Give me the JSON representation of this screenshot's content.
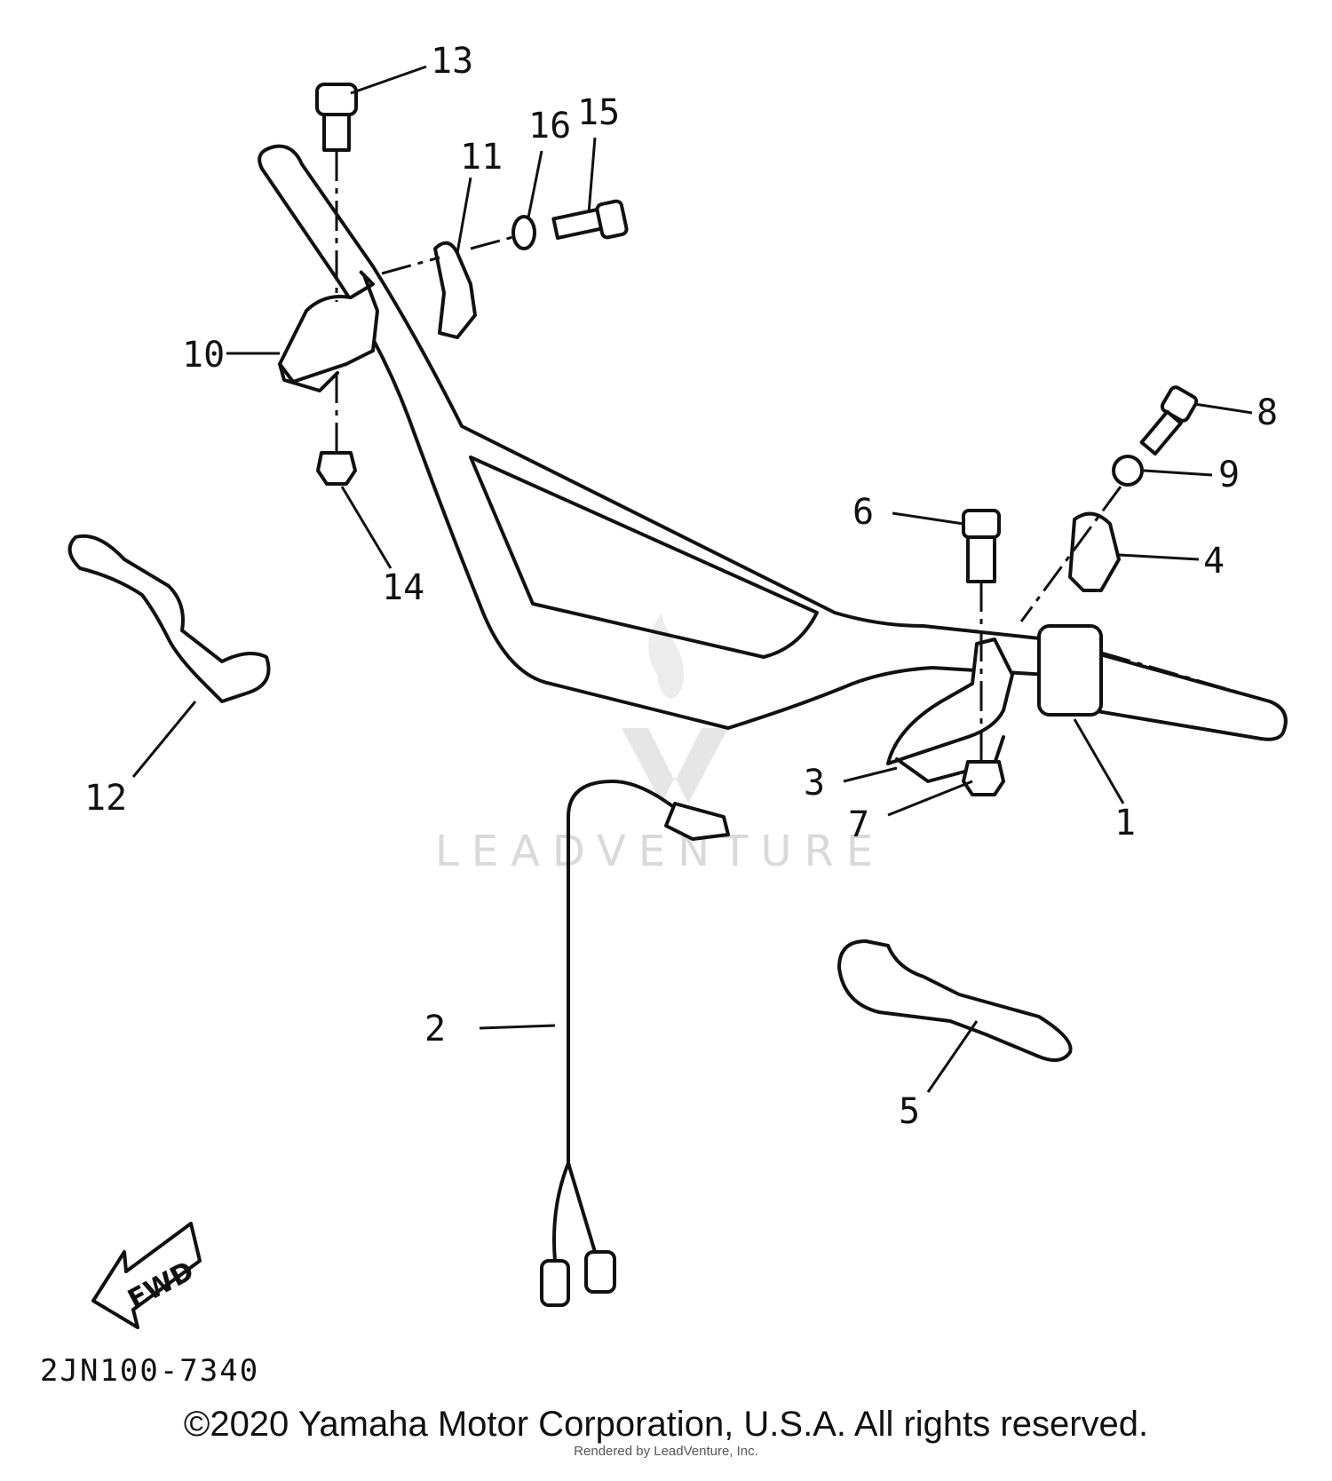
{
  "diagram": {
    "callouts": [
      "1",
      "2",
      "3",
      "4",
      "5",
      "6",
      "7",
      "8",
      "9",
      "10",
      "11",
      "12",
      "13",
      "14",
      "15",
      "16"
    ],
    "fwd_label": "FWD",
    "code": "2JN100-7340",
    "watermark": "LEADVENTURE"
  },
  "footer": {
    "copyright": "©2020 Yamaha Motor Corporation, U.S.A. All rights reserved.",
    "rendered_by": "Rendered by LeadVenture, Inc."
  }
}
